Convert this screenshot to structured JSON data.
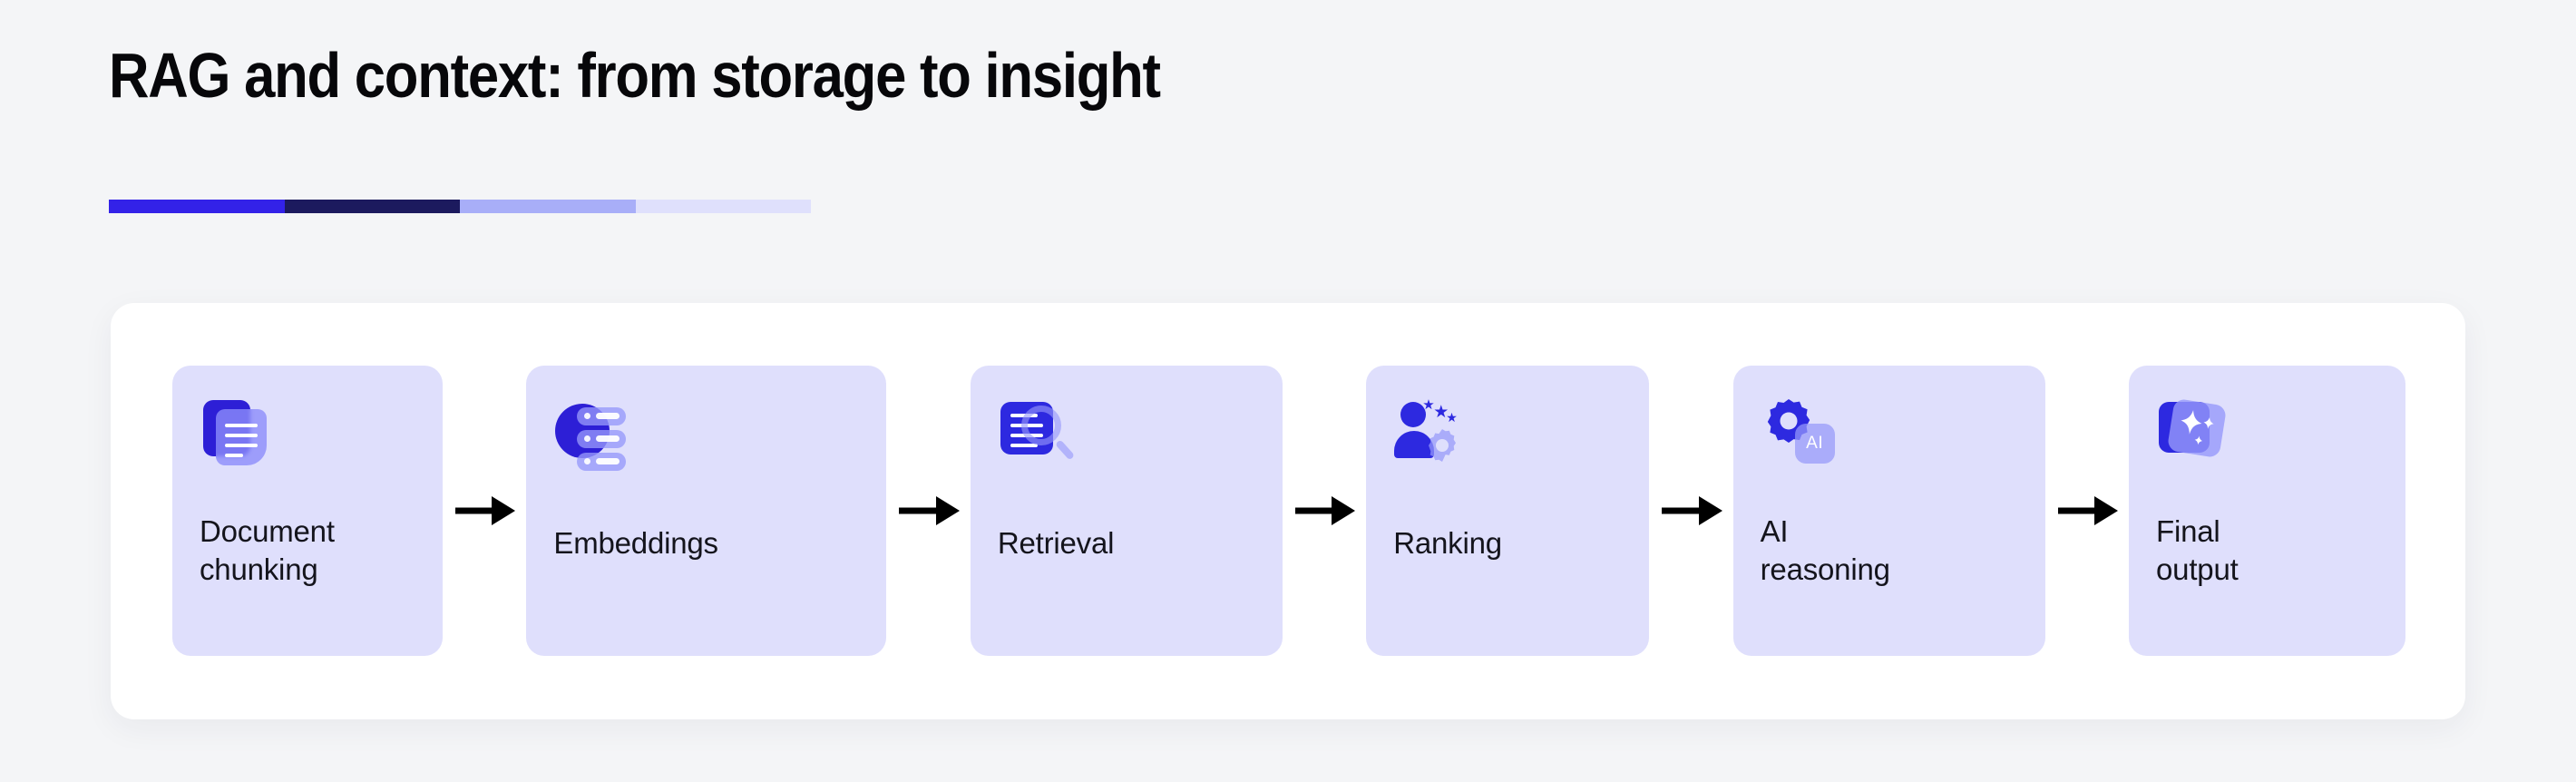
{
  "page": {
    "background_color": "#f4f5f7",
    "title": "RAG and context: from storage to insight"
  },
  "accent_bar": {
    "segments": [
      {
        "name": "segment-1",
        "color": "#3322e8"
      },
      {
        "name": "segment-2",
        "color": "#1c1a5e"
      },
      {
        "name": "segment-3",
        "color": "#a8aef8"
      },
      {
        "name": "segment-4",
        "color": "#dfe0fc"
      }
    ]
  },
  "colors": {
    "card_background": "#dfdffc",
    "icon_primary": "#2d1fd6",
    "icon_secondary": "#9698fa",
    "panel_background": "#ffffff",
    "label_text": "#14141c",
    "arrow": "#000000"
  },
  "flow": {
    "steps": [
      {
        "label": "Document\nchunking",
        "icon": "document-chunking-icon",
        "name": "document-chunking"
      },
      {
        "label": "Embeddings",
        "icon": "embeddings-icon",
        "name": "embeddings"
      },
      {
        "label": "Retrieval",
        "icon": "retrieval-search-icon",
        "name": "retrieval"
      },
      {
        "label": "Ranking",
        "icon": "ranking-user-stars-icon",
        "name": "ranking"
      },
      {
        "label": "AI\nreasoning",
        "icon": "ai-gear-icon",
        "name": "ai-reasoning"
      },
      {
        "label": "Final\noutput",
        "icon": "final-output-sparkle-icon",
        "name": "final-output"
      }
    ],
    "connector": "arrow-right",
    "connector_count": 5
  },
  "icon_text": {
    "ai_badge": "AI"
  }
}
